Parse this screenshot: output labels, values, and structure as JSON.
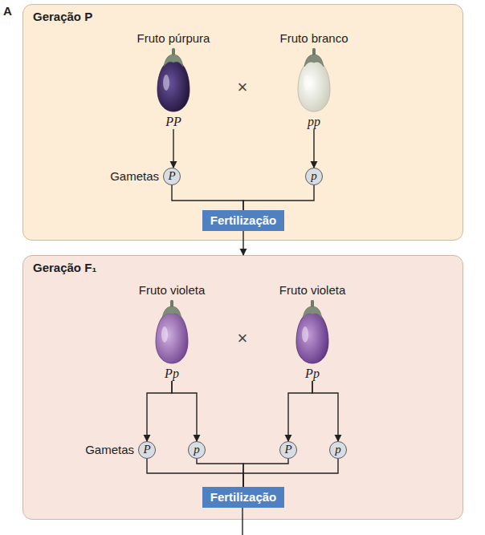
{
  "diagram": {
    "nodes": [
      {
        "text": [
          "Geração P"
        ]
      },
      {
        "text": [
          "Fruto púrpura",
          "PP"
        ],
        "in": 0
      },
      {
        "text": [
          "Fruto branco",
          "pp"
        ],
        "in": 0
      },
      {
        "text": [
          "P"
        ],
        "in": 0
      },
      {
        "text": [
          "p"
        ],
        "in": 0
      },
      {
        "text": [
          "Fertilização"
        ],
        "in": 0
      },
      {
        "text": [
          "Geração F₁"
        ]
      },
      {
        "text": [
          "Fruto violeta",
          "Pp"
        ],
        "in": 6
      },
      {
        "text": [
          "Fruto violeta",
          "Pp"
        ],
        "in": 6
      },
      {
        "text": [
          "P"
        ],
        "in": 6
      },
      {
        "text": [
          "p"
        ],
        "in": 6
      },
      {
        "text": [
          "P"
        ],
        "in": 6
      },
      {
        "text": [
          "p"
        ],
        "in": 6
      },
      {
        "text": [
          "Fertilização"
        ],
        "in": 6
      }
    ],
    "edges": [
      {
        "from": 1,
        "to": 3,
        "arrow": "to"
      },
      {
        "from": 2,
        "to": 4,
        "arrow": "to"
      },
      {
        "from": 3,
        "to": 5,
        "arrow": "none"
      },
      {
        "from": 4,
        "to": 5,
        "arrow": "none"
      },
      {
        "from": 5,
        "to": 6,
        "arrow": "to"
      },
      {
        "from": 7,
        "to": 9,
        "arrow": "to"
      },
      {
        "from": 7,
        "to": 10,
        "arrow": "to"
      },
      {
        "from": 8,
        "to": 11,
        "arrow": "to"
      },
      {
        "from": 8,
        "to": 12,
        "arrow": "to"
      },
      {
        "from": 9,
        "to": 13,
        "arrow": "none"
      },
      {
        "from": 10,
        "to": 13,
        "arrow": "none"
      },
      {
        "from": 11,
        "to": 13,
        "arrow": "none"
      },
      {
        "from": 12,
        "to": 13,
        "arrow": "none"
      }
    ],
    "labels": [
      "A",
      "Gametas",
      "×",
      "Gametas",
      "×"
    ]
  }
}
